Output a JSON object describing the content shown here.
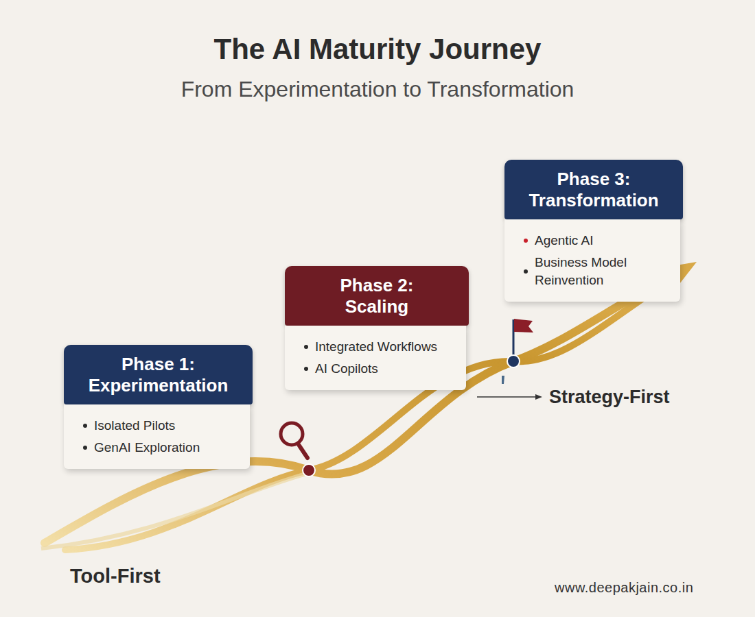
{
  "diagram": {
    "title": "The AI Maturity Journey",
    "nodes": [
      {
        "text": [
          "Phase 1: Experimentation",
          "Isolated Pilots",
          "GenAI Exploration"
        ]
      },
      {
        "text": [
          "Phase 2: Scaling",
          "Integrated Workflows",
          "AI Copilots"
        ]
      },
      {
        "text": [
          "Phase 3: Transformation",
          "Agentic AI",
          "Business Model Reinvention"
        ]
      }
    ],
    "labels": [
      "From Experimentation to Transformation",
      "Strategy-First",
      "Tool-First",
      "www.deepakjain.co.in"
    ]
  }
}
